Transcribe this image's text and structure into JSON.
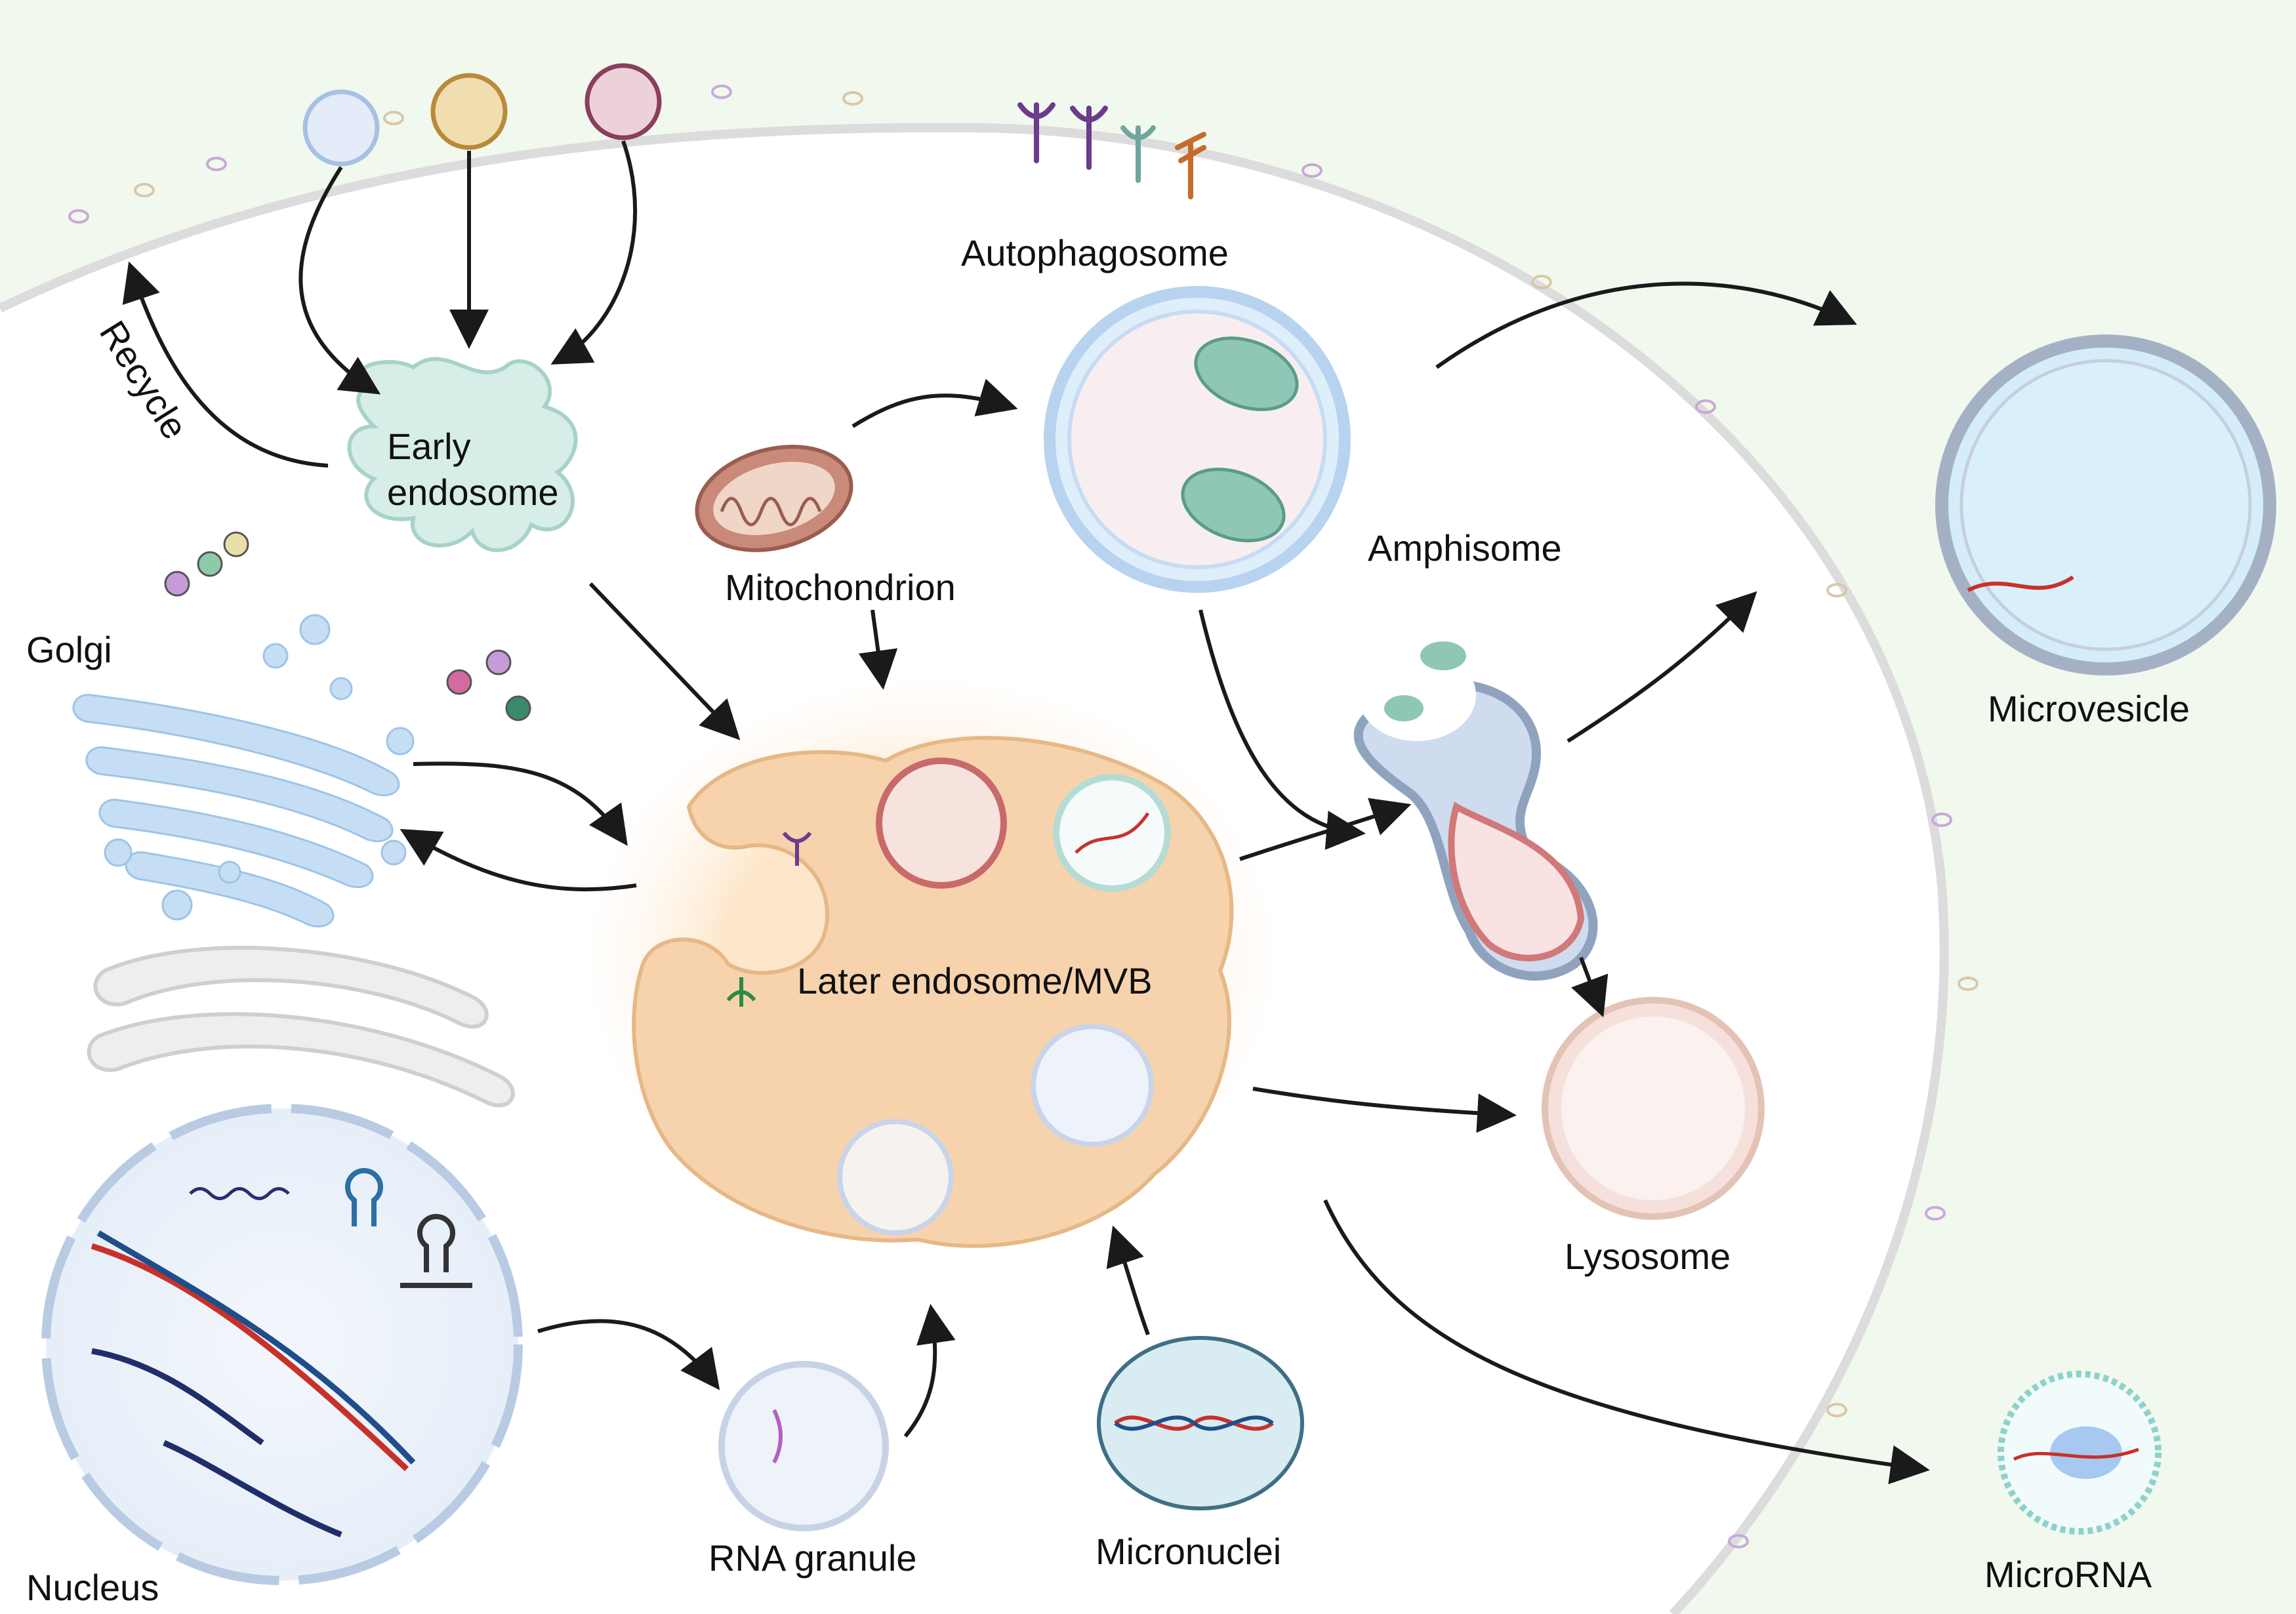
{
  "labels": {
    "recycle": "Recycle",
    "early_endosome": [
      "Early",
      "endosome"
    ],
    "golgi": "Golgi",
    "mitochondrion": "Mitochondrion",
    "autophagosome": "Autophagosome",
    "amphisome": "Amphisome",
    "microvesicle": "Microvesicle",
    "later_endosome": "Later endosome/MVB",
    "lysosome": "Lysosome",
    "nucleus": "Nucleus",
    "rna_granule": "RNA granule",
    "micronuclei": "Micronuclei",
    "microrna": "MicroRNA"
  },
  "colors": {
    "extracellular": "#f1f8ee",
    "membrane": "#dcdcdc",
    "early_endosome": "#d6ede8",
    "golgi": "#b9d9f2",
    "mvb": "#f7d3ad",
    "autophagosome": "#dfeefb",
    "amphisome_top": "#cfdcef",
    "amphisome_bottom": "#f4c8c8",
    "lysosome": "#f6e0db",
    "microvesicle": "#d5ecfb",
    "mitochondrion": "#c98a7a",
    "arrow": "#1a1a1a"
  }
}
